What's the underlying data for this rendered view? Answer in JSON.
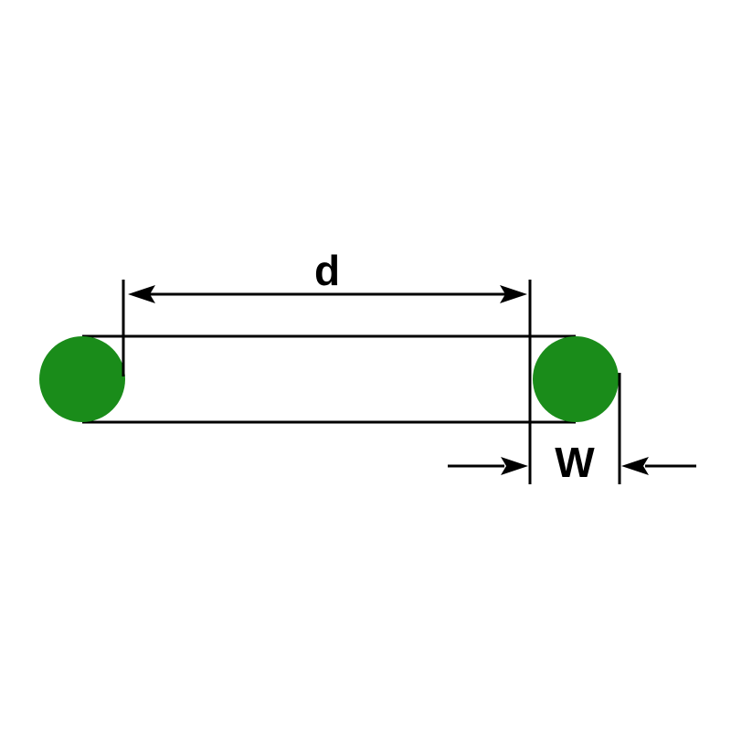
{
  "diagram": {
    "type": "technical-dimension-drawing",
    "subject": "O-ring side profile with dimension callouts",
    "labels": {
      "inner_diameter": "d",
      "cross_section_width": "W"
    },
    "colors": {
      "ring_fill": "#1a8c1a",
      "line": "#000000",
      "background": "#ffffff"
    }
  }
}
